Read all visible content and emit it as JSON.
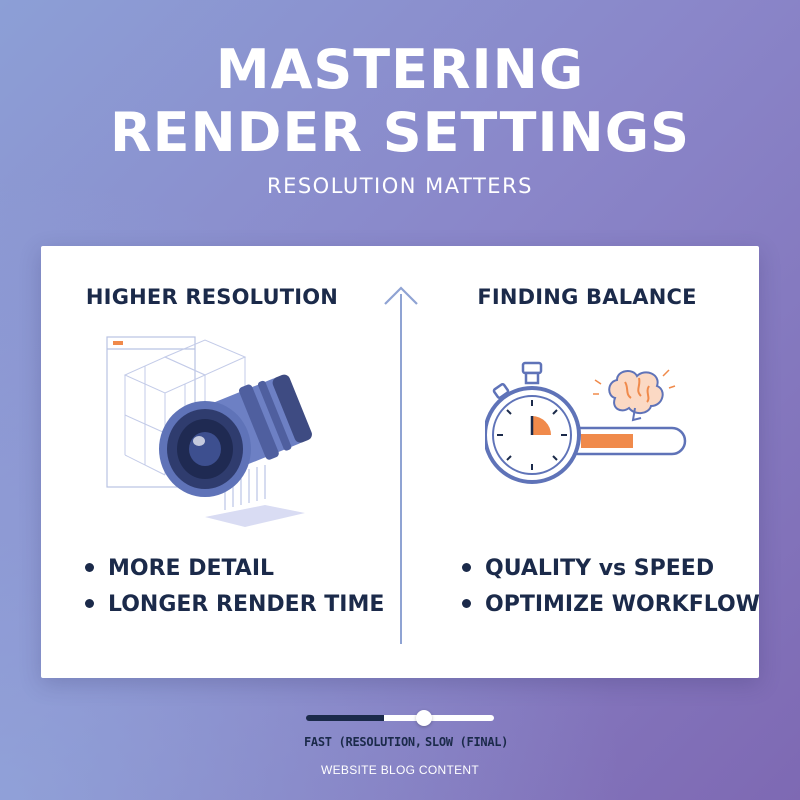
{
  "header": {
    "title_line1": "MASTERING",
    "title_line2": "RENDER SETTINGS",
    "subtitle": "RESOLUTION MATTERS"
  },
  "left_column": {
    "heading": "HIGHER RESOLUTION",
    "illustration_icon": "camera-lens-icon",
    "bullets": [
      "MORE DETAIL",
      "LONGER RENDER TIME"
    ]
  },
  "right_column": {
    "heading": "FINDING BALANCE",
    "illustration_icon": "stopwatch-brain-icon",
    "bullets": [
      "QUALITY vs SPEED",
      "OPTIMIZE WORKFLOW"
    ]
  },
  "slider": {
    "left_label": "FAST (RESOLUTION,",
    "right_label": "SLOW (FINAL)",
    "value": 0.64
  },
  "footer": {
    "text": "WEBSITE BLOG CONTENT"
  },
  "colors": {
    "navy": "#1b2a4a",
    "accent_orange": "#f08a4b",
    "line_blue": "#8fa3d3",
    "lens_blue": "#5f73b8"
  }
}
